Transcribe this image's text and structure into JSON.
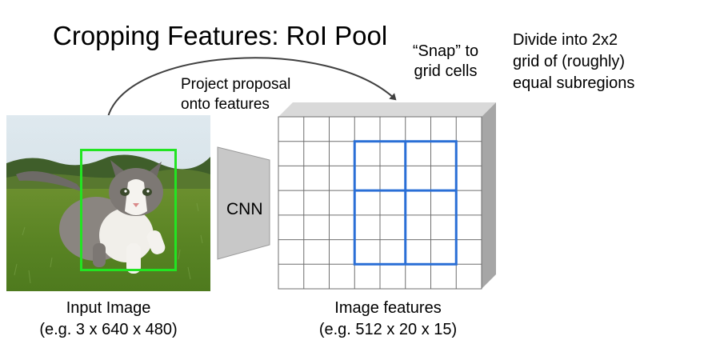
{
  "title": "Cropping Features: RoI Pool",
  "annotations": {
    "project": [
      "Project proposal",
      "onto features"
    ],
    "snap": [
      "“Snap” to",
      "grid cells"
    ],
    "divide": [
      "Divide into 2x2",
      "grid of (roughly)",
      "equal subregions"
    ]
  },
  "input_image": {
    "caption": "Input Image",
    "shape": "(e.g. 3 x 640 x 480)"
  },
  "cnn": {
    "label": "CNN"
  },
  "feature_map": {
    "caption": "Image features",
    "shape": "(e.g. 512 x 20 x 15)",
    "grid": {
      "columns": 8,
      "rows": 7
    },
    "snapped_region": {
      "col_start": 3,
      "col_end": 7,
      "row_start": 1,
      "row_end": 6
    },
    "subdivision": "2x2"
  },
  "colors": {
    "proposal_box": "#22e422",
    "roi_box": "#2a6fd6",
    "cnn_fill": "#c8c8c8",
    "cube_side": "#a6a6a6",
    "cube_top": "#d4d4d4",
    "grid_line": "#6f6f6f"
  }
}
